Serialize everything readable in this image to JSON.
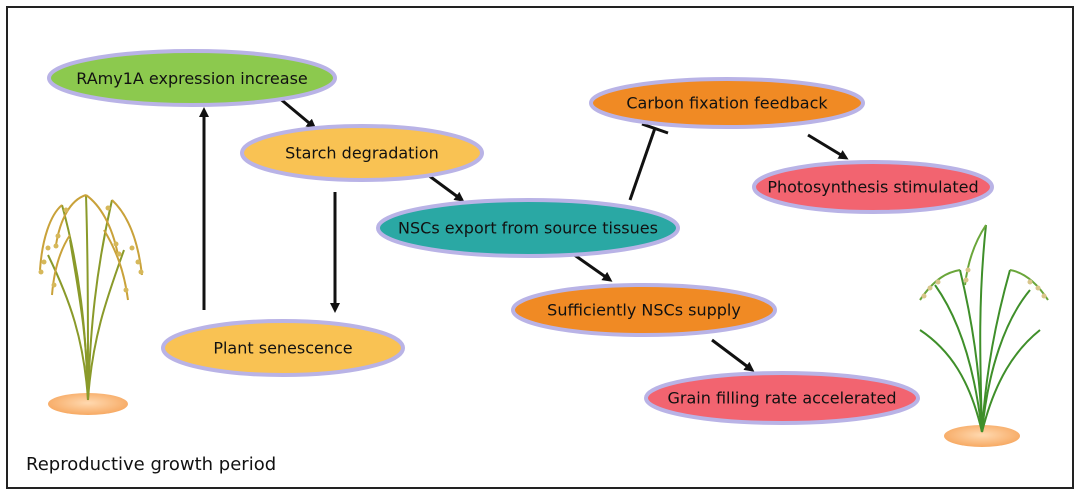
{
  "nodes": {
    "ramy1a": {
      "italic": "RAmy1A",
      "rest": " expression increase",
      "color": "#8cc94e"
    },
    "starch": {
      "label": "Starch degradation",
      "color": "#f9c253"
    },
    "plant_senescence": {
      "label": "Plant senescence",
      "color": "#f9c253"
    },
    "nscs_export": {
      "label": "NSCs export from source tissues",
      "color": "#2aa8a4"
    },
    "carbon_fixation": {
      "label": "Carbon fixation feedback",
      "color": "#f08a24"
    },
    "photosynthesis": {
      "label": "Photosynthesis stimulated",
      "color": "#f26470"
    },
    "sufficient_supply": {
      "label": "Sufficiently NSCs supply",
      "color": "#f08a24"
    },
    "grain_filling": {
      "label": "Grain filling rate accelerated",
      "color": "#f26470"
    }
  },
  "caption": "Reproductive growth period",
  "colors": {
    "ellipse_border": "#b9b3e6",
    "arrow": "#111111",
    "pot": "#f6a55c",
    "frame": "#222222"
  },
  "icons": [
    "rice-plant-mature-icon",
    "rice-plant-green-icon"
  ]
}
